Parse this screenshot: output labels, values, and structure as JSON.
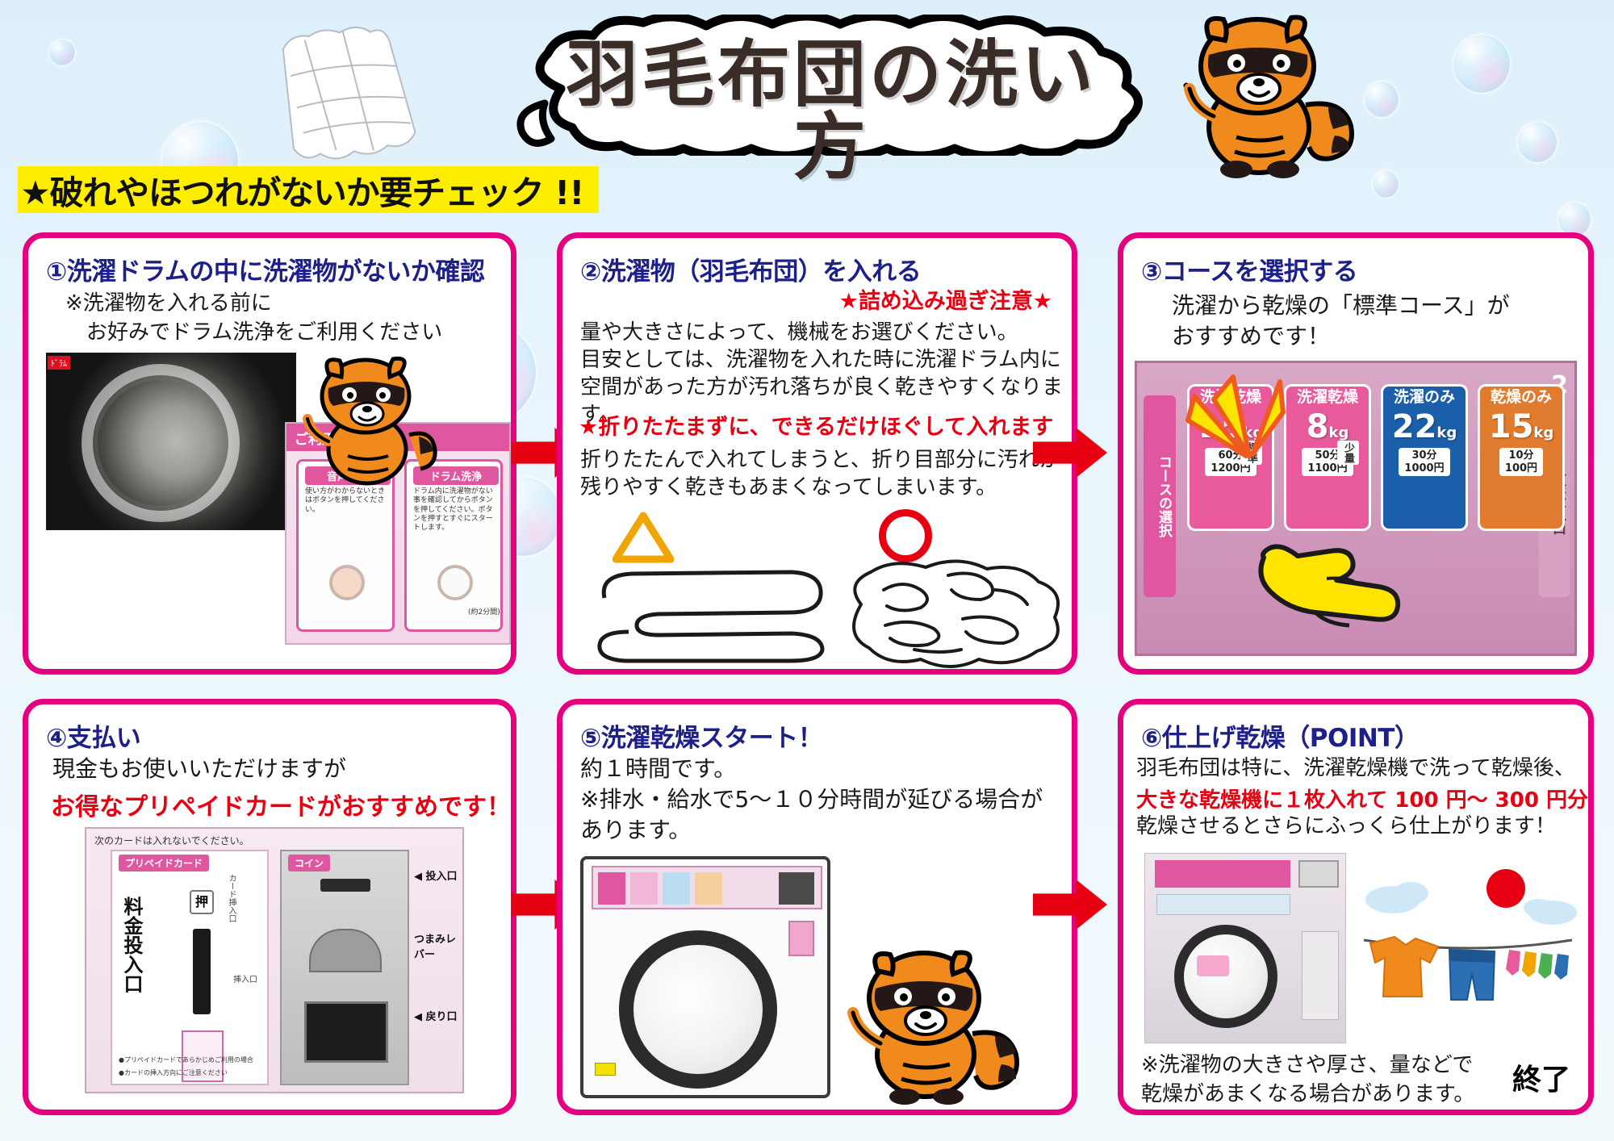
{
  "header": {
    "title": "羽毛布団の洗い方",
    "banner": "★破れやほつれがないか要チェック !!",
    "futon_alt": "futon-illustration",
    "mascot_alt": "raccoon-mascot"
  },
  "steps": [
    {
      "id": "step1",
      "number": "①",
      "title": "①洗濯ドラムの中に洗濯物がないか確認",
      "lines": [
        "※洗濯物を入れる前に",
        "　お好みでドラム洗浄をご利用ください"
      ],
      "photo_ui": {
        "left_button_label": "音声ナビ",
        "left_button_note": "使い方がわからないときはボタンを押してください。",
        "right_button_label": "ドラム洗浄",
        "right_button_note": "ドラム内に洗濯物がない事を確認してからボタンを押してください。ボタンを押すとすぐにスタートします。",
        "right_button_time": "(約2分間)",
        "photo_header": "ご利用の前に",
        "photo_caption": "次のカードは入れないでください。"
      }
    },
    {
      "id": "step2",
      "number": "②",
      "title": "②洗濯物（羽毛布団）を入れる",
      "warning": "★詰め込み過ぎ注意★",
      "lines": [
        "量や大きさによって、機械をお選びください。",
        "目安としては、洗濯物を入れた時に洗濯ドラム内に",
        "空間があった方が汚れ落ちが良く乾きやすくなります。"
      ],
      "highlight": "★折りたたまずに、できるだけほぐして入れます",
      "lines2": [
        "折りたたんで入れてしまうと、折り目部分に汚れが",
        "残りやすく乾きもあまくなってしまいます。"
      ],
      "bad_mark": "△",
      "good_mark": "○"
    },
    {
      "id": "step3",
      "number": "③",
      "title": "③コースを選択する",
      "lines": [
        "洗濯から乾燥の「標準コース」が",
        "おすすめです！"
      ],
      "machine": {
        "side_label_left": "コースの選択",
        "side_label_right": "料金投入口",
        "side_number": "2",
        "courses": [
          {
            "name": "洗濯乾燥",
            "badge": "標準",
            "kg": "15",
            "unit": "kg",
            "time": "60分",
            "price": "1200円",
            "color": "#e85a9c"
          },
          {
            "name": "洗濯乾燥",
            "badge": "少量",
            "kg": "8",
            "unit": "kg",
            "time": "50分",
            "price": "1100円",
            "color": "#e85a9c"
          },
          {
            "name": "洗濯のみ",
            "badge": "",
            "kg": "22",
            "unit": "kg",
            "time": "30分",
            "price": "1000円",
            "color": "#1b5faa"
          },
          {
            "name": "乾燥のみ",
            "badge": "",
            "kg": "15",
            "unit": "kg",
            "time": "10分",
            "price": "100円",
            "color": "#e07b2f"
          }
        ]
      }
    },
    {
      "id": "step4",
      "number": "④",
      "title": "④支払い",
      "lines": [
        "現金もお使いいただけますが"
      ],
      "highlight": "お得なプリペイドカードがおすすめです！",
      "photo_ui": {
        "caption_top": "次のカードは入れないでください。",
        "card_label": "プリペイドカード",
        "coin_label": "コイン",
        "insert_label": "◀ 投入口",
        "lever_label": "つまみレバー",
        "return_label": "◀ 戻り口",
        "vertical_label": "料金投入口",
        "card_slot_label": "カード挿入口",
        "press_label": "押",
        "card_insert": "挿入口",
        "note1": "●プリペイドカードであらかじめご利用の場合",
        "note2": "●カードの挿入方向にご注意ください"
      }
    },
    {
      "id": "step5",
      "number": "⑤",
      "title": "⑤洗濯乾燥スタート！",
      "lines": [
        "約１時間です。",
        "※排水・給水で5～１０分時間が延びる場合が",
        "あります。"
      ]
    },
    {
      "id": "step6",
      "number": "⑥",
      "title": "⑥仕上げ乾燥（POINT）",
      "line1": "羽毛布団は特に、洗濯乾燥機で洗って乾燥後、",
      "highlight": "大きな乾燥機に１枚入れて 100 円～ 300 円分",
      "line2": "乾燥させるとさらにふっくら仕上がります！",
      "footnote": [
        "※洗濯物の大きさや厚さ、量などで",
        "乾燥があまくなる場合があります。"
      ],
      "end_label": "終了"
    }
  ],
  "colors": {
    "frame_pink": "#e5007f",
    "title_blue": "#1d2088",
    "accent_red": "#e60012",
    "banner_yellow": "#fdee00",
    "background_blue": "#dceffb"
  }
}
